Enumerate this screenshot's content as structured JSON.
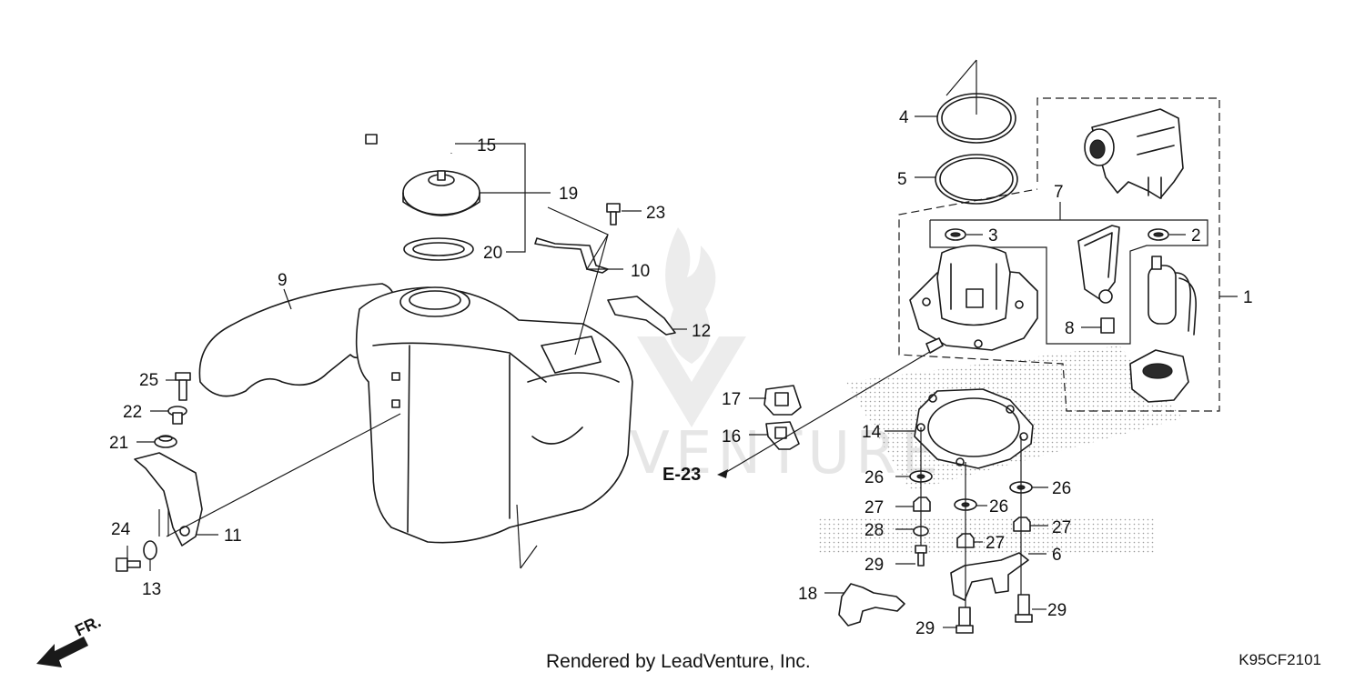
{
  "diagram": {
    "callouts": {
      "c1": "1",
      "c2": "2",
      "c3": "3",
      "c4": "4",
      "c5": "5",
      "c6": "6",
      "c7": "7",
      "c8": "8",
      "c9": "9",
      "c10": "10",
      "c11": "11",
      "c12": "12",
      "c13": "13",
      "c14": "14",
      "c15": "15",
      "c16": "16",
      "c17": "17",
      "c18": "18",
      "c19": "19",
      "c20": "20",
      "c21": "21",
      "c22": "22",
      "c23": "23",
      "c24": "24",
      "c25": "25",
      "c26": "26",
      "c27": "27",
      "c28": "28",
      "c29": "29"
    },
    "reference_label": "E-23",
    "front_marker": "FR.",
    "watermark_text": "LEADVENTURE"
  },
  "footer": {
    "credit": "Rendered by LeadVenture, Inc.",
    "diagram_code": "K95CF2101"
  }
}
